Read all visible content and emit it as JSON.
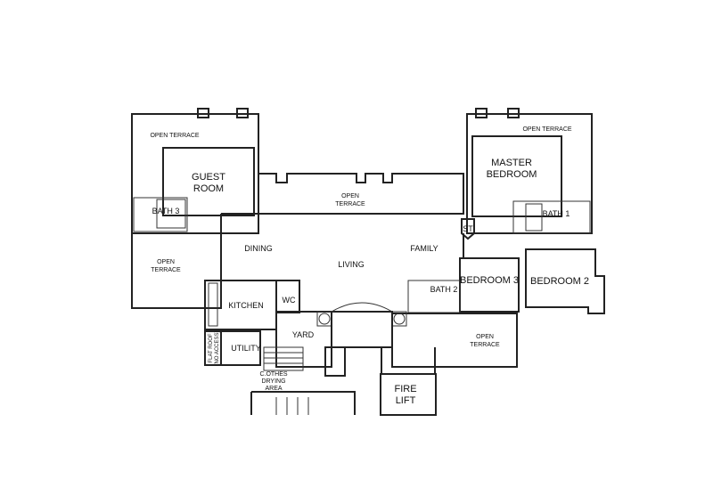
{
  "plan": {
    "rooms": {
      "open_terrace_top_left": "OPEN TERRACE",
      "guest_room": [
        "GUEST",
        "ROOM"
      ],
      "bath_3": "BATH 3",
      "open_terrace_left": [
        "OPEN",
        "TERRACE"
      ],
      "open_terrace_center": [
        "OPEN",
        "TERRACE"
      ],
      "dining": "DINING",
      "living": "LIVING",
      "family": "FAMILY",
      "open_terrace_top_right": "OPEN TERRACE",
      "master_bedroom": [
        "MASTER",
        "BEDROOM"
      ],
      "bath_1": "BATH 1",
      "store": "ST",
      "bedroom_3": "BEDROOM 3",
      "bedroom_2": "BEDROOM 2",
      "bath_2": "BATH 2",
      "open_terrace_bottom": [
        "OPEN",
        "TERRACE"
      ],
      "kitchen": "KITCHEN",
      "wc": "WC",
      "yard": "YARD",
      "utility": "UTILITY",
      "flat_roof": [
        "FLAT ROOF",
        "(NO ACCESS)"
      ],
      "clothes_drying": [
        "C.OTHES",
        "DRYING",
        "AREA"
      ],
      "fire_lift": [
        "FIRE",
        "LIFT"
      ]
    }
  }
}
